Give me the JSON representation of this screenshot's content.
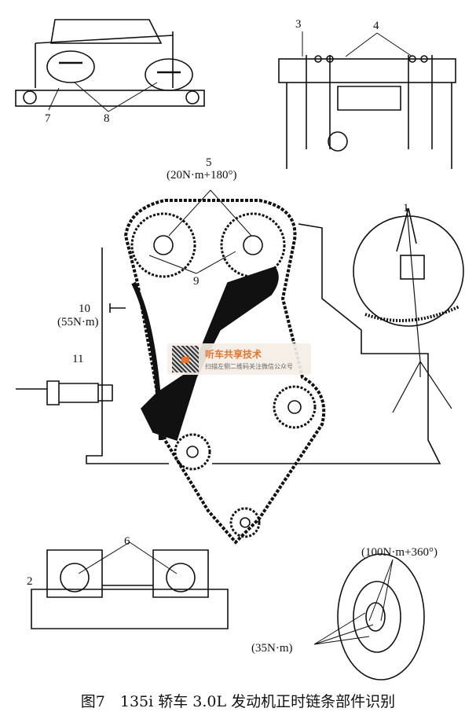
{
  "labels": {
    "l1": "1",
    "l2": "2",
    "l3": "3",
    "l4": "4",
    "l5": "5",
    "l5_torque": "(20N·m+180°)",
    "l6": "6",
    "l7": "7",
    "l8": "8",
    "l9": "9",
    "l10": "10",
    "l10_torque": "(55N·m)",
    "l11": "11",
    "crank_torque_a": "(100N·m+360°)",
    "crank_torque_b": "(35N·m)"
  },
  "caption": "图7　135i 轿车 3.0L 发动机正时链条部件识别",
  "watermark": {
    "title": "听车共享技术",
    "subtitle": "扫描左侧二维码关注微信公众号"
  }
}
